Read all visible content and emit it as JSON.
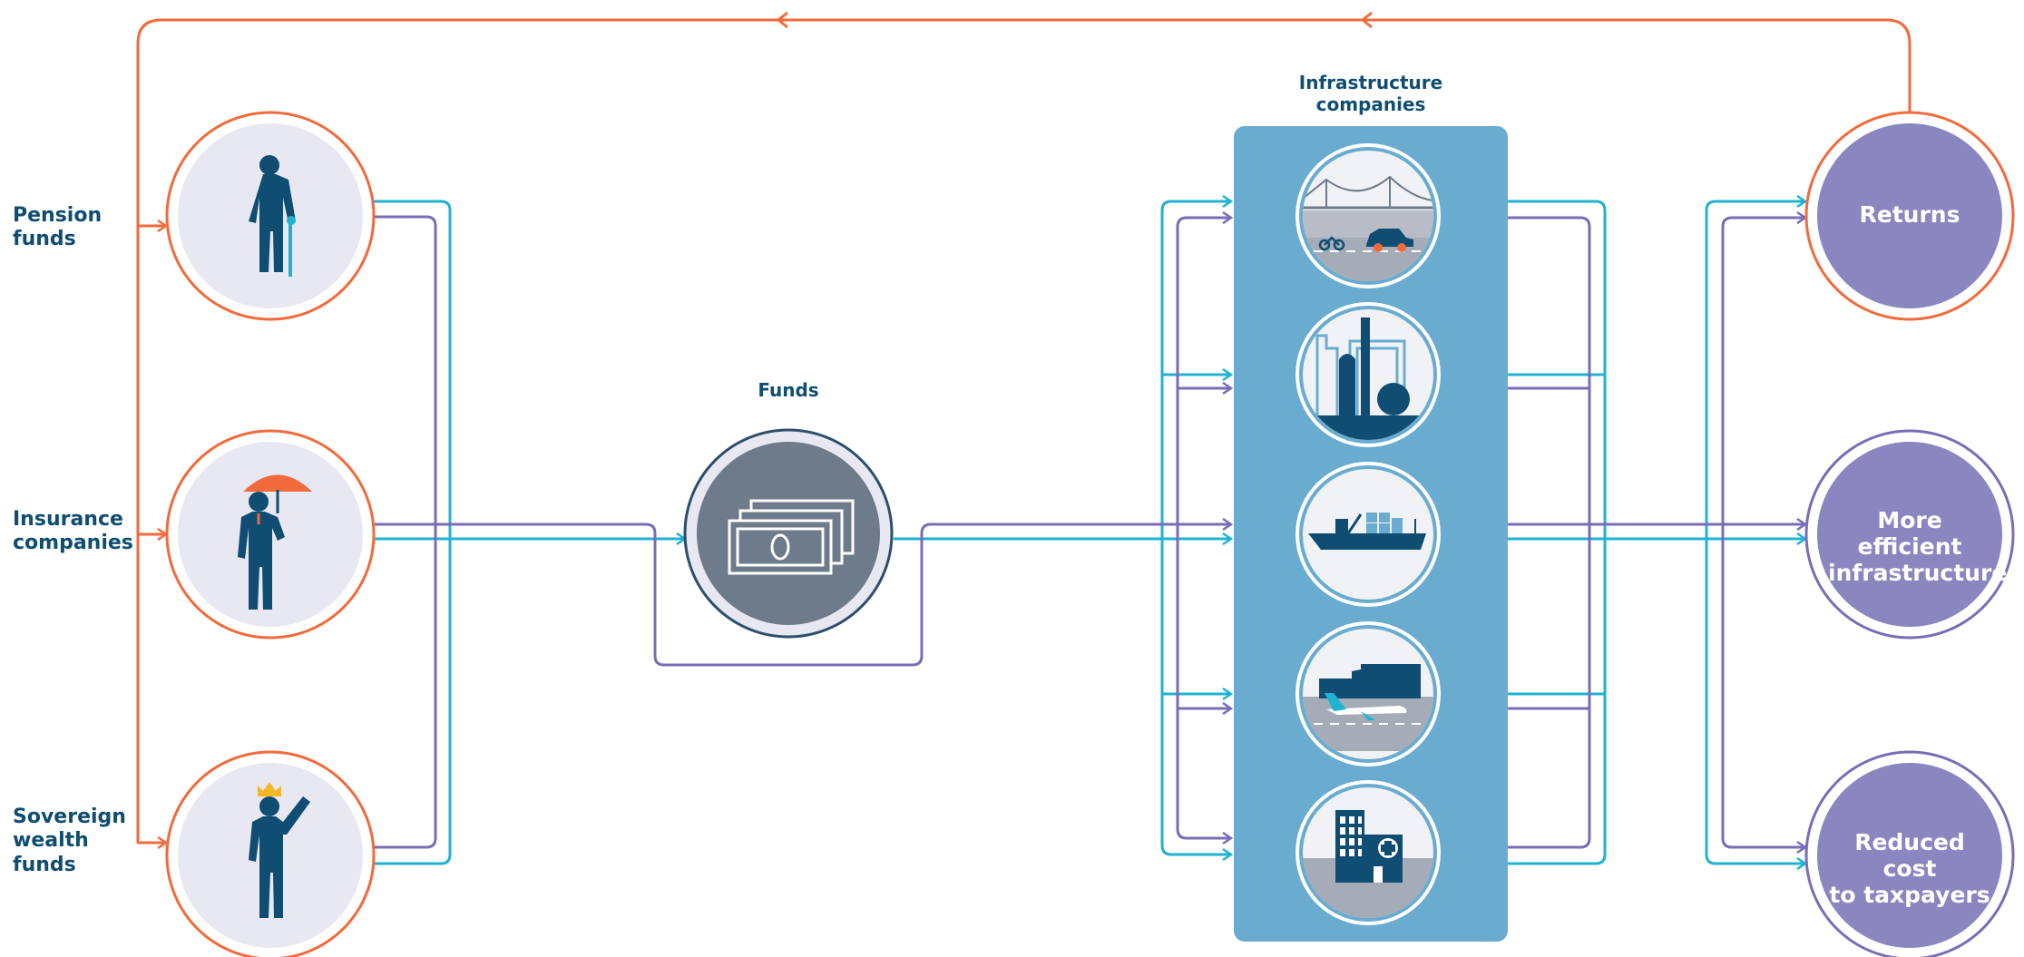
{
  "investors": [
    {
      "id": "pension",
      "label": "Pension\nfunds",
      "icon": "elderly-man-icon"
    },
    {
      "id": "insurance",
      "label": "Insurance\ncompanies",
      "icon": "umbrella-man-icon"
    },
    {
      "id": "sovereign",
      "label": "Sovereign\nwealth\nfunds",
      "icon": "crowned-man-icon"
    }
  ],
  "funds": {
    "label": "Funds",
    "icon": "banknotes-icon"
  },
  "infrastructure": {
    "label": "Infrastructure\ncompanies",
    "items": [
      {
        "icon": "bridge-road-icon"
      },
      {
        "icon": "industrial-plant-icon"
      },
      {
        "icon": "container-ship-icon"
      },
      {
        "icon": "airport-icon"
      },
      {
        "icon": "hospital-icon"
      }
    ]
  },
  "outcomes": [
    {
      "id": "returns",
      "label": "Returns"
    },
    {
      "id": "efficiency",
      "label": "More efficient\ninfrastructure"
    },
    {
      "id": "cost",
      "label": "Reduced cost\nto taxpayers"
    }
  ],
  "colors": {
    "orange": "#f26a3b",
    "cyan": "#1fb3d2",
    "purple": "#7a6cb6",
    "navy": "#0f4d72",
    "panel": "#6aaccf",
    "outcome_fill": "#8a86c0",
    "funds_fill": "#6e7b8a",
    "pale": "#e8e8f3"
  }
}
